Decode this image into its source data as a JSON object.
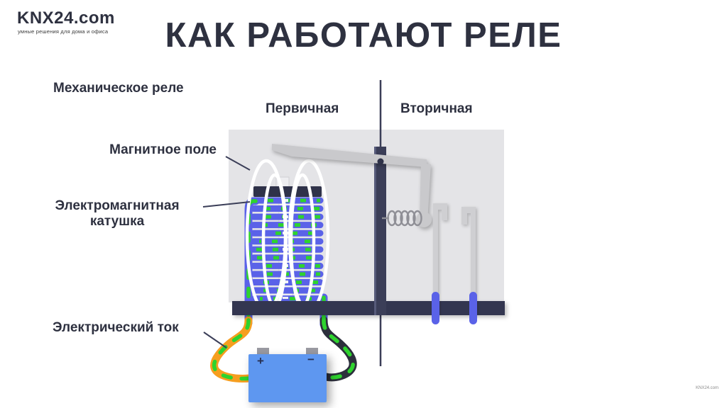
{
  "branding": {
    "logo": "KNX24.com",
    "tagline": "умные решения для дома и офиса",
    "watermark": "KNX24.com"
  },
  "title": "КАК РАБОТАЮТ РЕЛЕ",
  "labels": {
    "relay_type": "Механическое реле",
    "primary": "Первичная",
    "secondary": "Вторичная",
    "magnetic_field": "Магнитное поле",
    "coil_line1": "Электромагнитная",
    "coil_line2": "катушка",
    "current": "Электрический ток",
    "battery_plus": "+",
    "battery_minus": "−"
  },
  "colors": {
    "text": "#2e3140",
    "panel": "#e4e4e7",
    "frame_dark": "#333650",
    "post_dark": "#3b3e58",
    "coil_blue": "#5a62e8",
    "current_green": "#2ed32e",
    "wire_orange": "#f69e1f",
    "wire_dark": "#2c2f3c",
    "battery_blue": "#5e97f0",
    "metal_gray": "#c9c9cc",
    "contact_gray": "#cfcfd2",
    "field_white": "#ffffff",
    "terminal_gray": "#9a9aa2"
  }
}
